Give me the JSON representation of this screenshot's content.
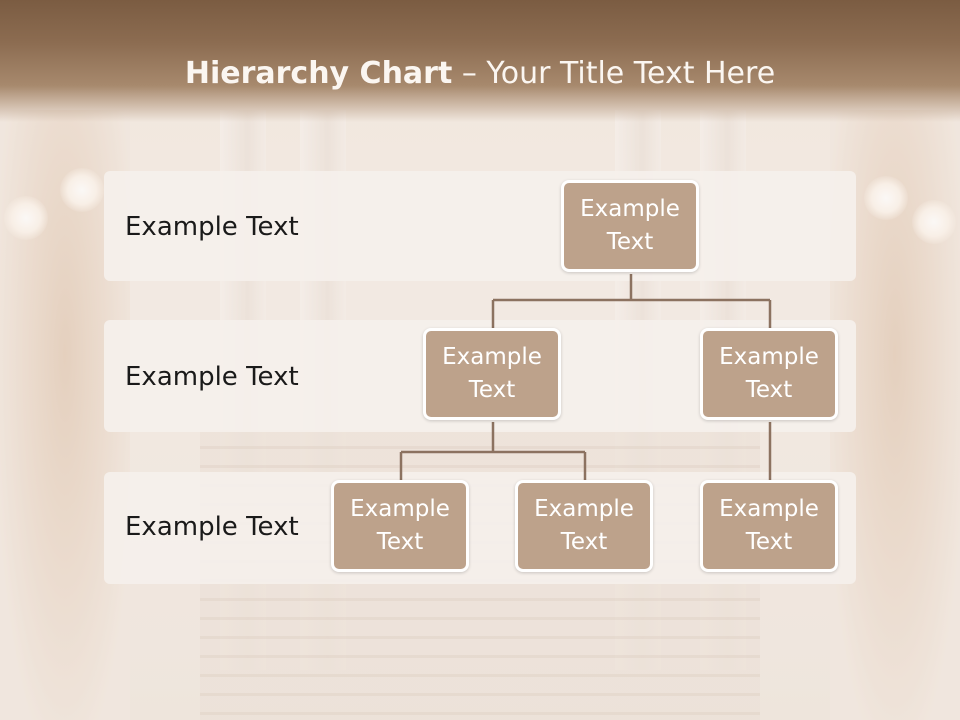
{
  "slide": {
    "title_bold": "Hierarchy Chart",
    "title_rest": " – Your Title Text Here"
  },
  "levels": [
    {
      "label": "Example Text"
    },
    {
      "label": "Example Text"
    },
    {
      "label": "Example Text"
    }
  ],
  "nodes": {
    "root": "Example Text",
    "mid_left": "Example Text",
    "mid_right": "Example Text",
    "leaf_1": "Example Text",
    "leaf_2": "Example Text",
    "leaf_3": "Example Text"
  },
  "colors": {
    "header": "#7b5c42",
    "node_fill": "#bda28b",
    "connector": "#8c7260",
    "band": "#f5f0eb"
  }
}
